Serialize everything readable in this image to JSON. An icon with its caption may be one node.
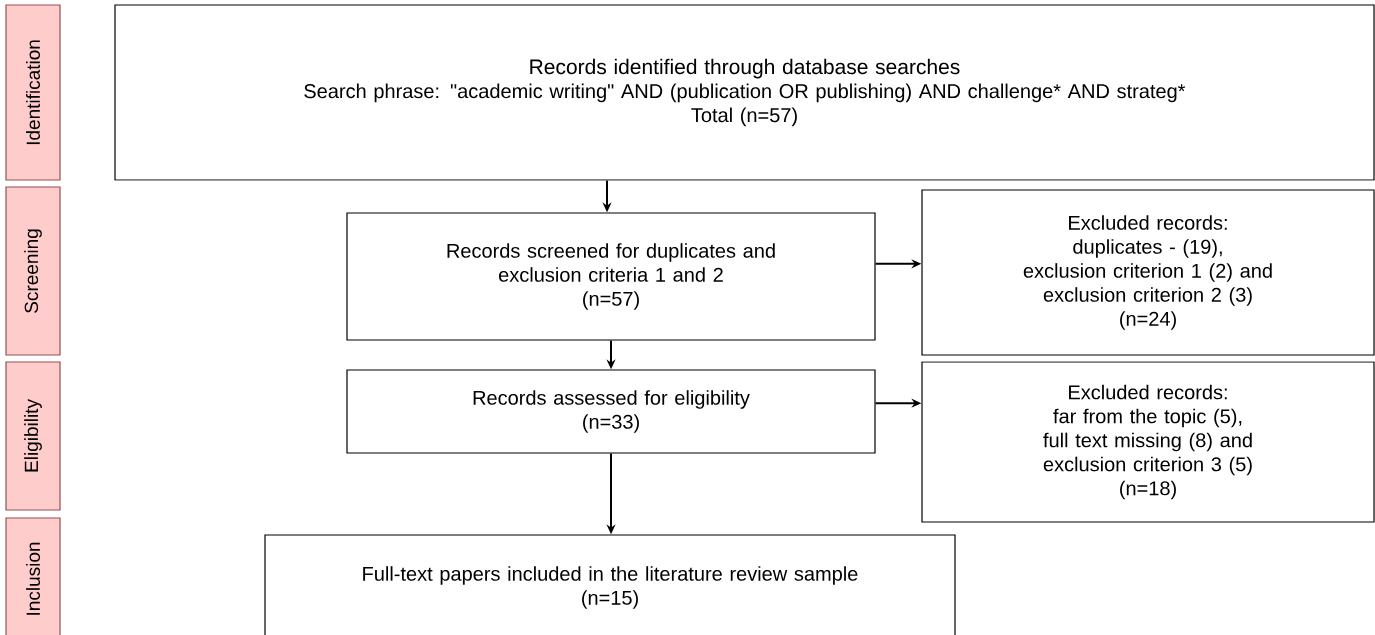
{
  "diagram": {
    "nodes": [
      {
        "text": [
          "Identification"
        ]
      },
      {
        "text": [
          "Records identified through database searches",
          "Search phrase: \"academic writing\" AND (publication OR publishing) AND challenge* AND strateg*",
          "Total (n=57)"
        ]
      },
      {
        "text": [
          "Screening"
        ]
      },
      {
        "text": [
          "Records screened for duplicates and",
          "exclusion criteria 1 and 2",
          "(n=57)"
        ]
      },
      {
        "text": [
          "Excluded records:",
          "duplicates - (19),",
          "exclusion criterion 1 (2) and",
          "exclusion criterion 2 (3)",
          "(n=24)"
        ]
      },
      {
        "text": [
          "Eligibility"
        ]
      },
      {
        "text": [
          "Records assessed for eligibility",
          "(n=33)"
        ]
      },
      {
        "text": [
          "Excluded records:",
          "far from the topic (5),",
          "full text missing (8) and",
          "exclusion criterion 3 (5)",
          "(n=18)"
        ]
      },
      {
        "text": [
          "Inclusion"
        ]
      },
      {
        "text": [
          "Full-text papers included in the literature review sample",
          "(n=15)"
        ]
      }
    ],
    "edges": [
      {
        "from": 1,
        "to": 3,
        "arrow": "to"
      },
      {
        "from": 3,
        "to": 4,
        "arrow": "to"
      },
      {
        "from": 3,
        "to": 6,
        "arrow": "to"
      },
      {
        "from": 6,
        "to": 7,
        "arrow": "to"
      },
      {
        "from": 6,
        "to": 9,
        "arrow": "to"
      }
    ]
  }
}
